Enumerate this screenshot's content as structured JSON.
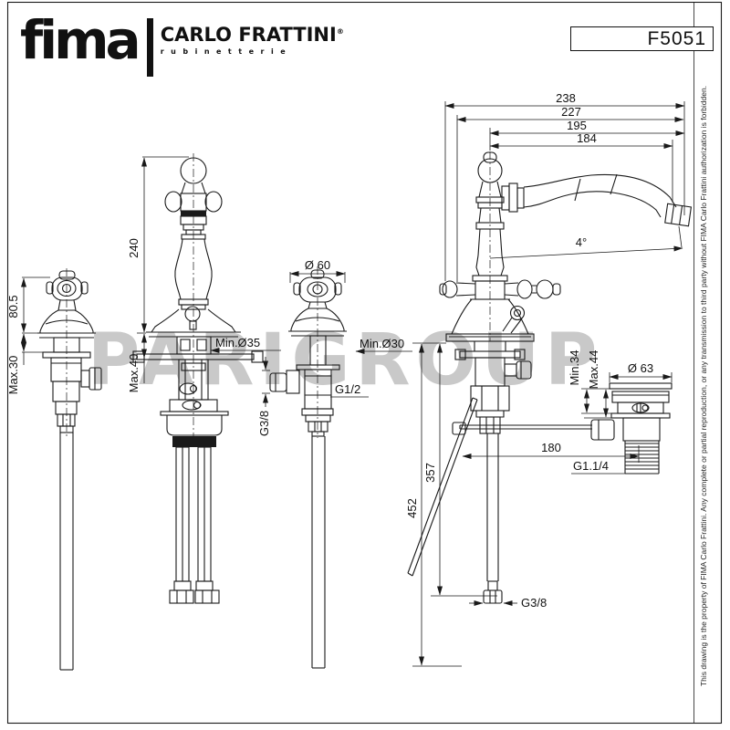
{
  "header": {
    "brand": "fima",
    "brand_sub": "CARLO FRATTINI",
    "brand_mark": "®",
    "brand_tagline": "rubinetterie",
    "model": "F5051"
  },
  "watermark": "PARIGROUP",
  "disclaimer": "This drawing is the property of FIMA Carlo Frattini. Any complete or partial reproduction, or any transmission to third party without FIMA Carlo Frattini authorization is forbidden.",
  "dims": {
    "v1_height": "80.5",
    "v1_deck": "Max.30",
    "v2_height": "240",
    "v2_deck": "Max.40",
    "v2_hole": "Min.Ø35",
    "v3_dia": "Ø 60",
    "v3_hole": "Min.Ø30",
    "v3_thread_body": "G1/2",
    "v3_thread_outlet": "G3/8",
    "v4_reach_238": "238",
    "v4_reach_227": "227",
    "v4_reach_195": "195",
    "v4_reach_184": "184",
    "v4_angle": "4°",
    "v4_drop_357": "357",
    "v4_drop_452": "452",
    "v4_offset_180": "180",
    "v4_supply": "G3/8",
    "v5_min": "Min.34",
    "v5_max": "Max.44",
    "v5_dia": "Ø 63",
    "v5_thread": "G1.1/4"
  }
}
